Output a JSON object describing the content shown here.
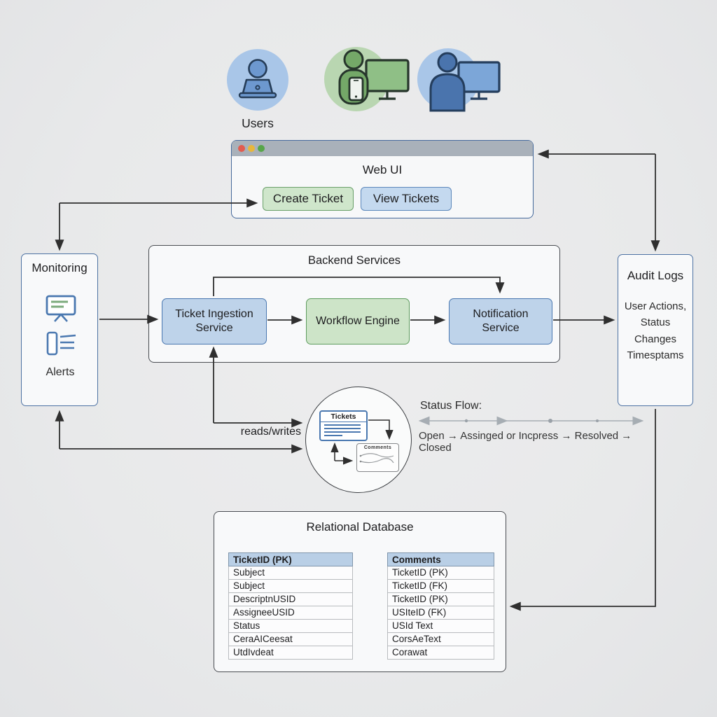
{
  "users_group": {
    "label": "Users"
  },
  "web_ui": {
    "title": "Web UI",
    "create_button": "Create Ticket",
    "view_button": "View Tickets"
  },
  "monitoring": {
    "title": "Monitoring",
    "alerts": "Alerts"
  },
  "backend": {
    "title": "Backend Services",
    "ticket_ingestion": "Ticket Ingestion Service",
    "workflow": "Workflow Engine",
    "notification": "Notification Service"
  },
  "audit": {
    "title": "Audit Logs",
    "lines": [
      "User Actions,",
      "Status Changes",
      "Timesptams"
    ]
  },
  "ticket_store": {
    "tickets": "Tickets",
    "comments": "Comments",
    "reads_writes": "reads/writes"
  },
  "status_flow": {
    "label": "Status Flow:",
    "sequence": "Open → Assinged or Incpress → Resolved → Closed"
  },
  "database": {
    "title": "Relational Database",
    "tickets_table": {
      "header": "TicketID (PK)",
      "rows": [
        "Subject",
        "Subject",
        "DescriptnUSID",
        "AssigneeUSID",
        "Status",
        "CeraAICeesat",
        "UtdIvdeat"
      ]
    },
    "comments_table": {
      "header": "Comments",
      "rows": [
        "TicketID (PK)",
        "TicketID (FK)",
        "TicketID (PK)",
        "USIteID (FK)",
        "USId Text",
        "CorsAeText",
        "Corawat"
      ]
    }
  },
  "colors": {
    "accent_blue": "#4a78b0",
    "accent_green": "#5e9c5e",
    "blue_fill": "#bed3ea",
    "green_fill": "#cde4c8",
    "line": "#2f2f2f",
    "flow_gray": "#a6adb3"
  }
}
